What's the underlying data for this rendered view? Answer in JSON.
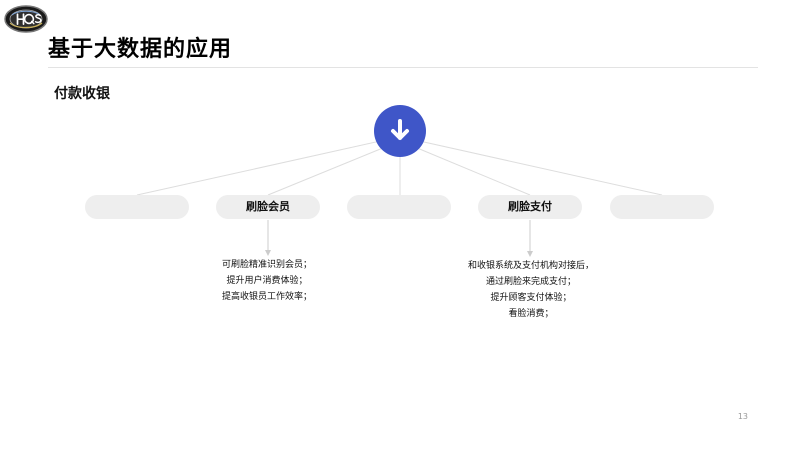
{
  "header": {
    "logo_text": "HQS",
    "title": "基于大数据的应用"
  },
  "section": {
    "title": "付款收银"
  },
  "hub": {
    "icon": "arrow-down-icon",
    "color": "#3f56c8"
  },
  "branches": [
    {
      "label": ""
    },
    {
      "label": "刷脸会员",
      "details": [
        "可刷脸精准识别会员；",
        "提升用户消费体验；",
        "提高收银员工作效率；"
      ]
    },
    {
      "label": ""
    },
    {
      "label": "刷脸支付",
      "details": [
        "和收银系统及支付机构对接后，",
        "通过刷脸来完成支付；",
        "提升顾客支付体验；",
        "看脸消费；"
      ]
    },
    {
      "label": ""
    }
  ],
  "footer": {
    "page_number": "13"
  },
  "colors": {
    "accent": "#3f56c8",
    "pill_background": "#eeeeee",
    "line": "#d6d6d6"
  }
}
